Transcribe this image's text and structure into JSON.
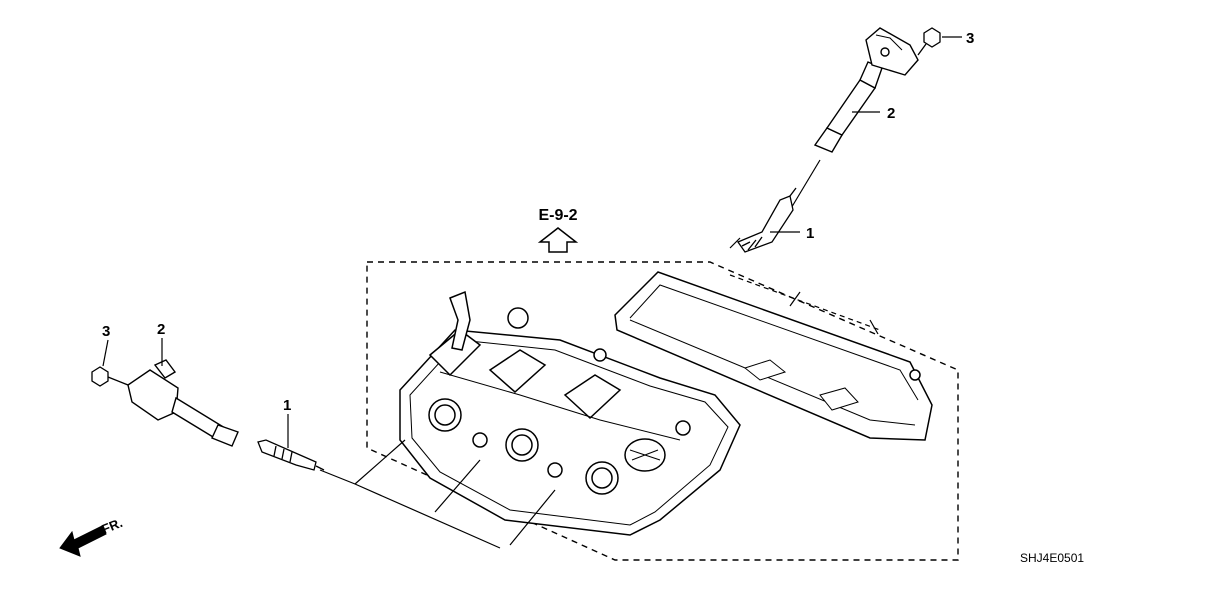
{
  "diagram": {
    "reference": "E-9-2",
    "diagram_code": "SHJ4E0501",
    "front_label": "FR.",
    "callouts": {
      "right_spark_plug": "1",
      "right_ignition_coil": "2",
      "right_bolt": "3",
      "left_spark_plug": "1",
      "left_ignition_coil": "2",
      "left_bolt": "3"
    }
  }
}
